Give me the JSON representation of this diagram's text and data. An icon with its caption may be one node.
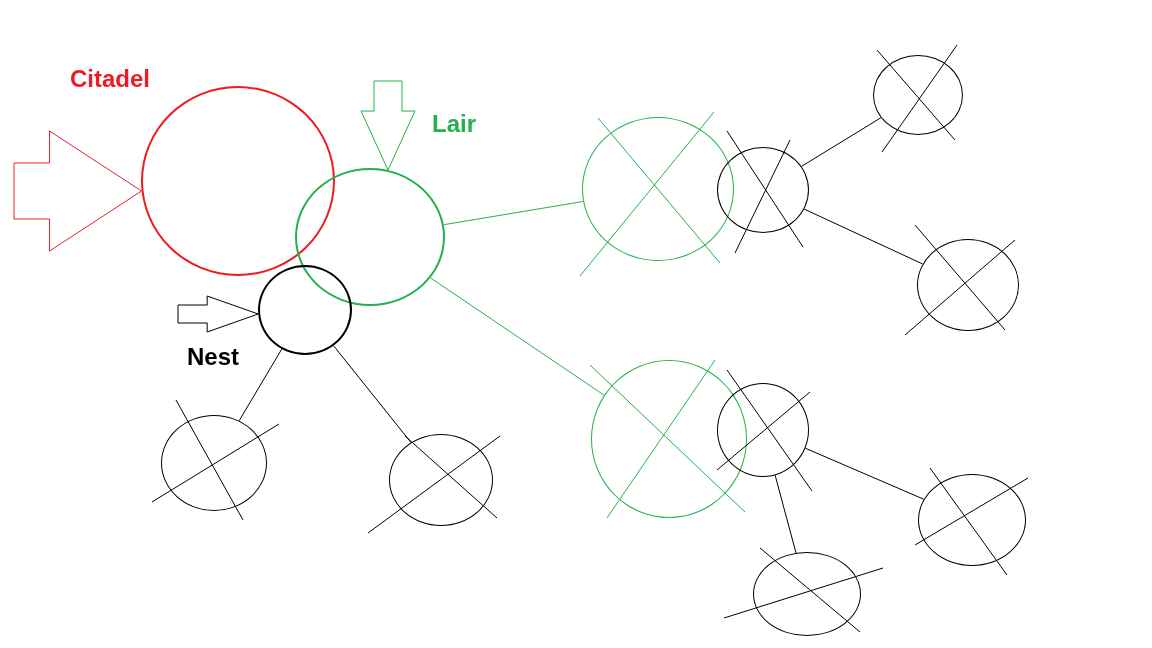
{
  "diagram": {
    "nodes": [
      {
        "text": [
          "Citadel"
        ]
      },
      {
        "text": [
          "Lair"
        ]
      },
      {
        "text": [
          "Nest"
        ]
      },
      {
        "text": [],
        "shape": "circle"
      },
      {
        "text": [],
        "shape": "circle"
      },
      {
        "text": [],
        "shape": "circle"
      },
      {
        "text": [],
        "shape": "circle"
      },
      {
        "text": [],
        "shape": "circle"
      },
      {
        "text": [],
        "shape": "circle"
      },
      {
        "text": [],
        "shape": "circle"
      },
      {
        "text": [],
        "shape": "circle"
      },
      {
        "text": [],
        "shape": "circle"
      },
      {
        "text": [],
        "shape": "circle"
      }
    ],
    "edges": [
      {
        "from": null,
        "to": 0,
        "arrow": "to",
        "style": "thick",
        "color": "#ed1c24"
      },
      {
        "from": null,
        "to": 1,
        "arrow": "to",
        "style": "thick",
        "color": "#22b14c"
      },
      {
        "from": null,
        "to": 2,
        "arrow": "to",
        "style": "thick"
      },
      {
        "from": 1,
        "to": 5,
        "arrow": "none",
        "color": "#22b14c"
      },
      {
        "from": 1,
        "to": 9,
        "arrow": "none",
        "color": "#22b14c"
      },
      {
        "from": 2,
        "to": 3,
        "arrow": "none"
      },
      {
        "from": 2,
        "to": 4,
        "arrow": "none"
      },
      {
        "from": 6,
        "to": 7,
        "arrow": "none"
      },
      {
        "from": 6,
        "to": 8,
        "arrow": "none"
      },
      {
        "from": 10,
        "to": 11,
        "arrow": "none"
      },
      {
        "from": 10,
        "to": 12,
        "arrow": "none"
      }
    ]
  }
}
